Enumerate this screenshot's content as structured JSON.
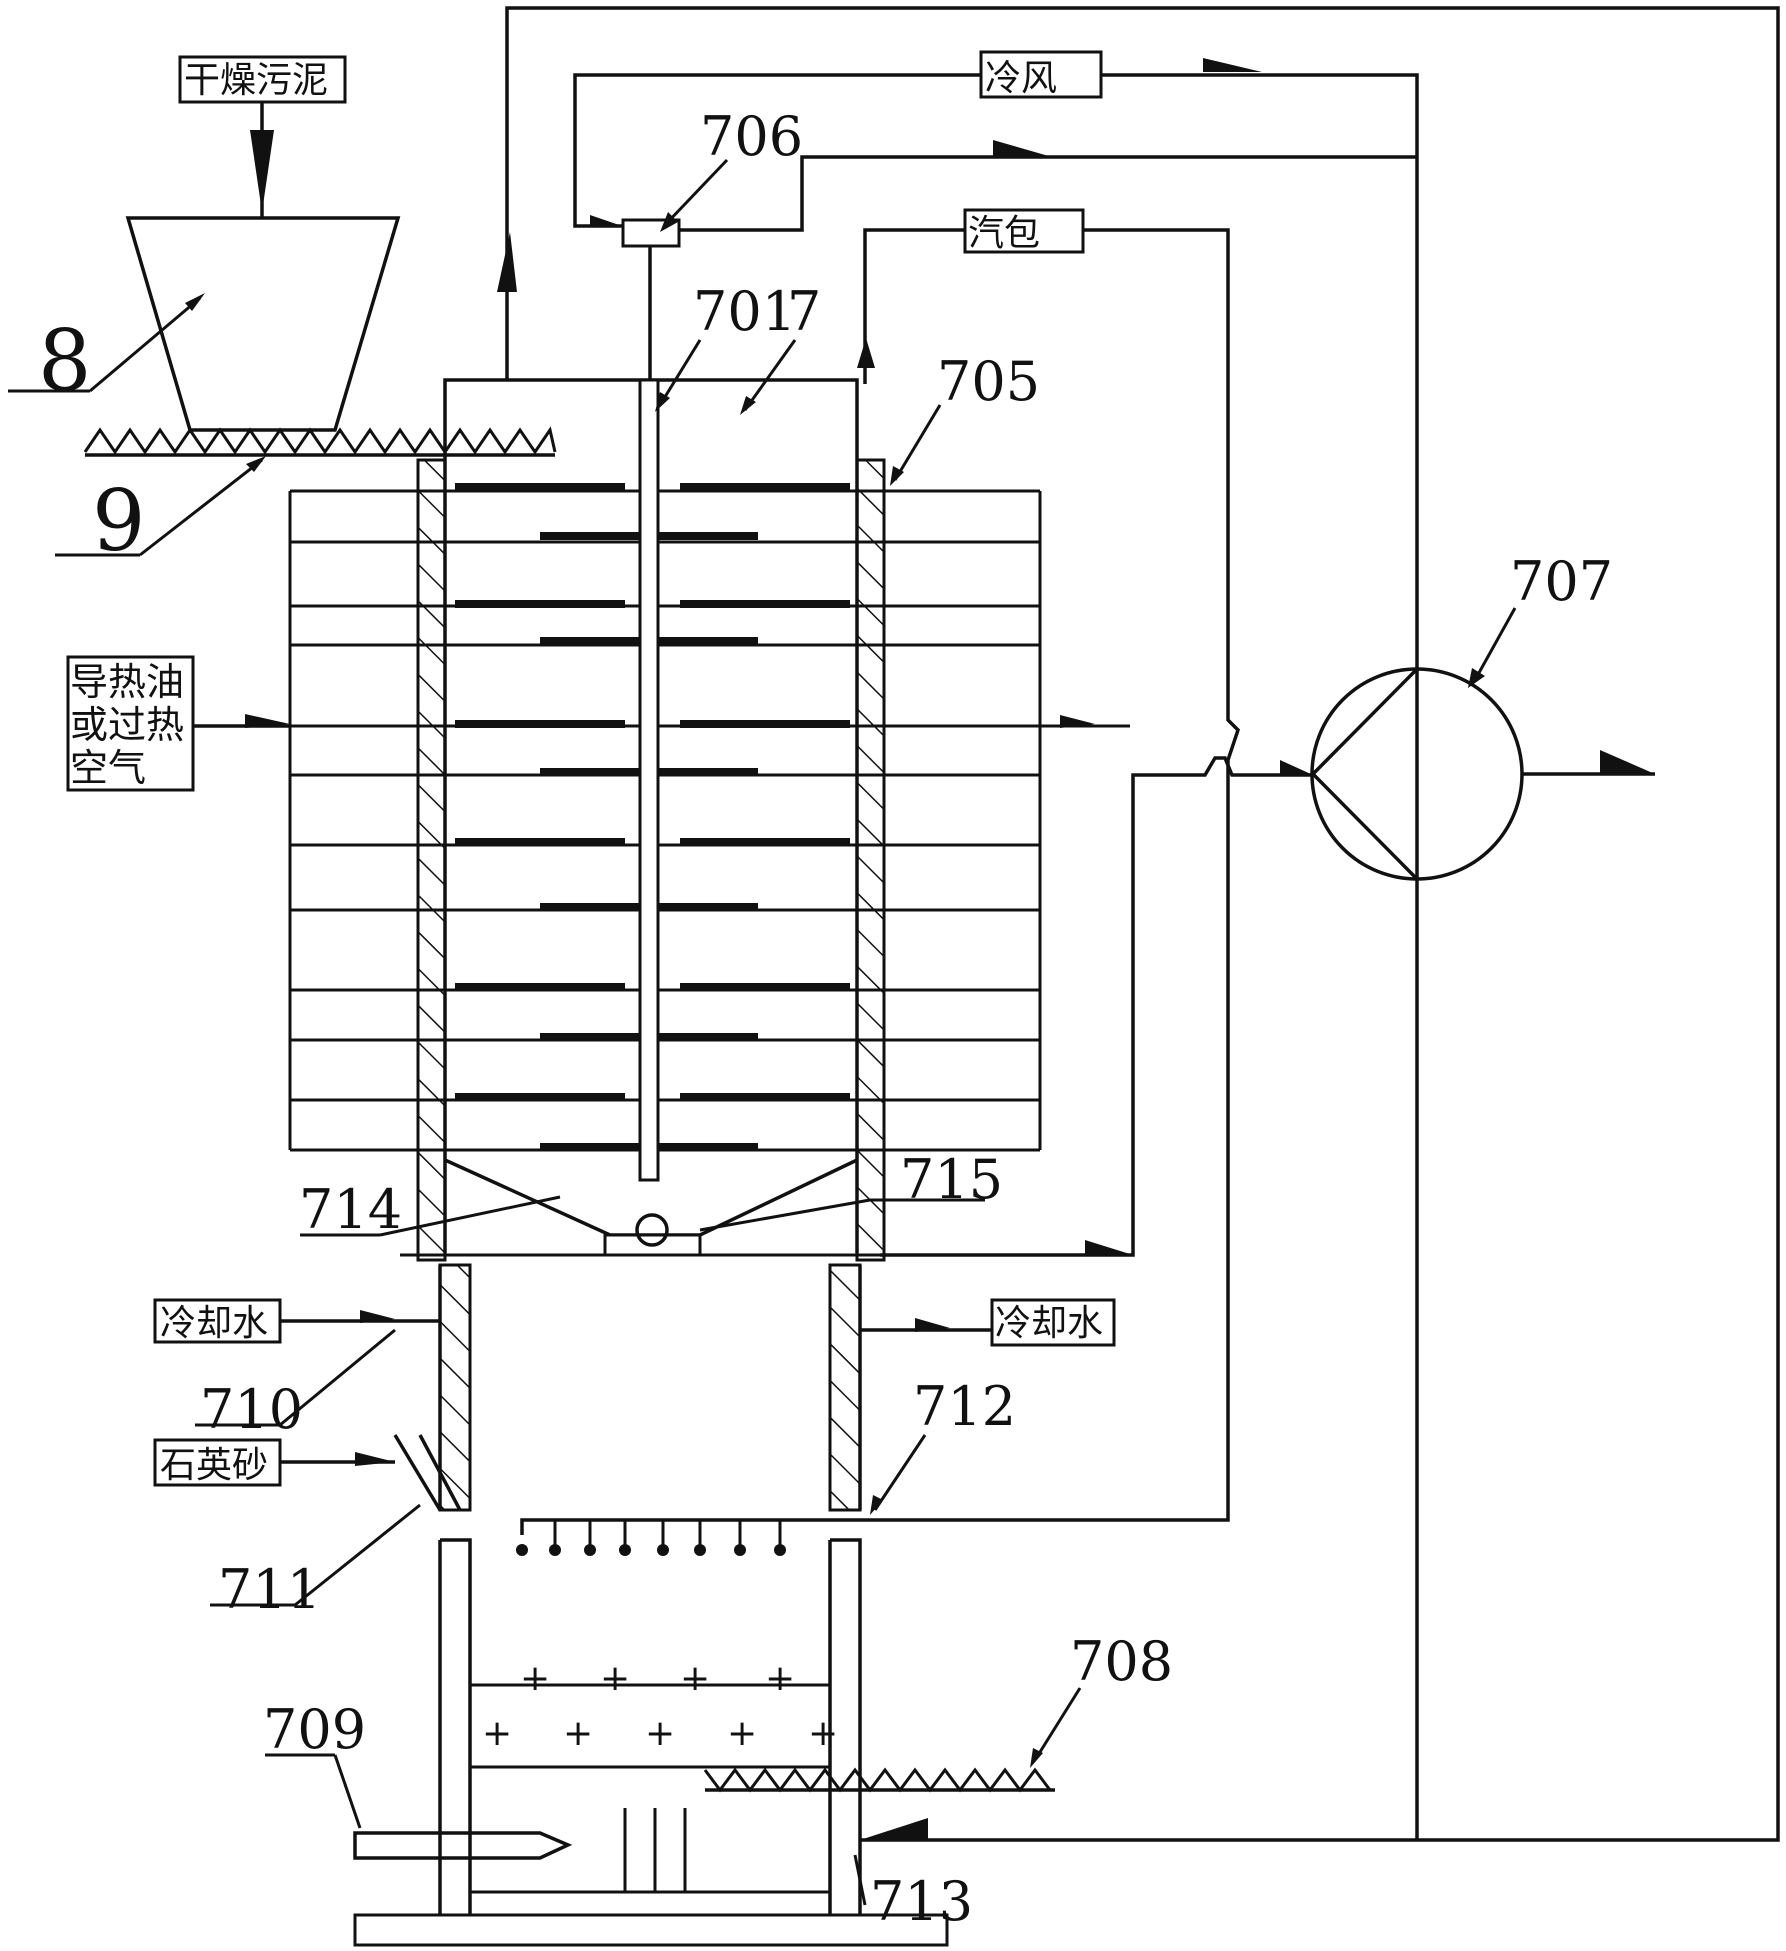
{
  "labels": {
    "dried_sludge": "干燥污泥",
    "cold_air": "冷风",
    "steam_drum": "汽包",
    "heat_oil_line1": "导热油",
    "heat_oil_line2": "或过热",
    "heat_oil_line3": "空气",
    "cooling_water_left": "冷却水",
    "cooling_water_right": "冷却水",
    "quartz_sand": "石英砂"
  },
  "refs": {
    "r8": "8",
    "r9": "9",
    "r7": "7",
    "r701": "701",
    "r705": "705",
    "r706": "706",
    "r707": "707",
    "r708": "708",
    "r709": "709",
    "r710": "710",
    "r711": "711",
    "r712": "712",
    "r713": "713",
    "r714": "714",
    "r715": "715"
  },
  "colors": {
    "line": "#111111",
    "background": "#ffffff"
  }
}
